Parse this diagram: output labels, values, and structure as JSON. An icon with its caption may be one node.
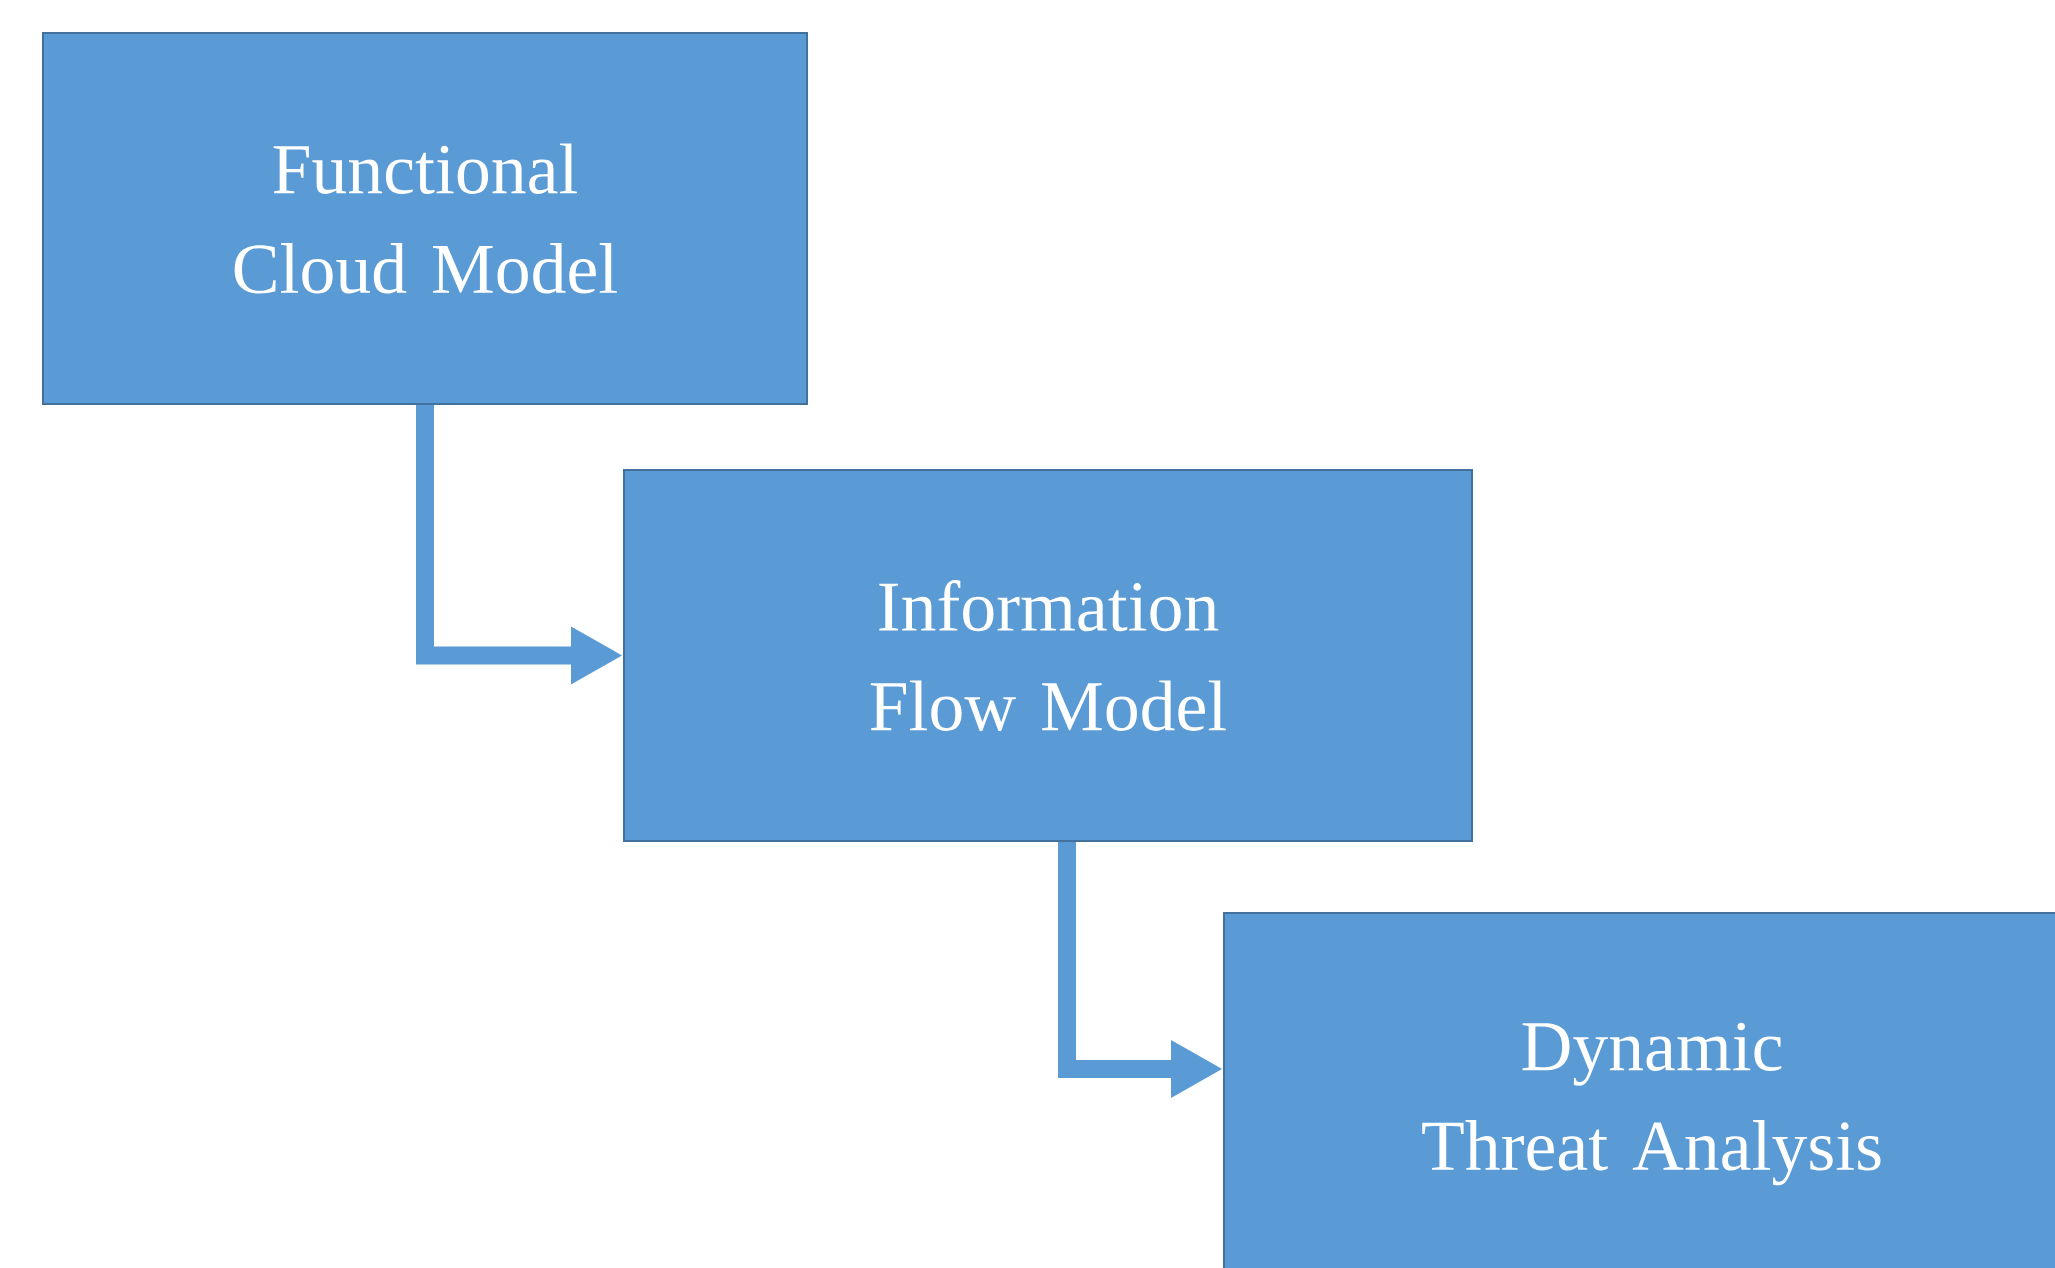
{
  "diagram": {
    "nodes": [
      {
        "text": [
          "Functional Cloud Model"
        ]
      },
      {
        "text": [
          "Information Flow Model"
        ]
      },
      {
        "text": [
          "Dynamic Threat Analysis"
        ]
      }
    ],
    "edges": [
      {
        "from": 0,
        "to": 1,
        "arrow": "to"
      },
      {
        "from": 1,
        "to": 2,
        "arrow": "to"
      }
    ]
  }
}
